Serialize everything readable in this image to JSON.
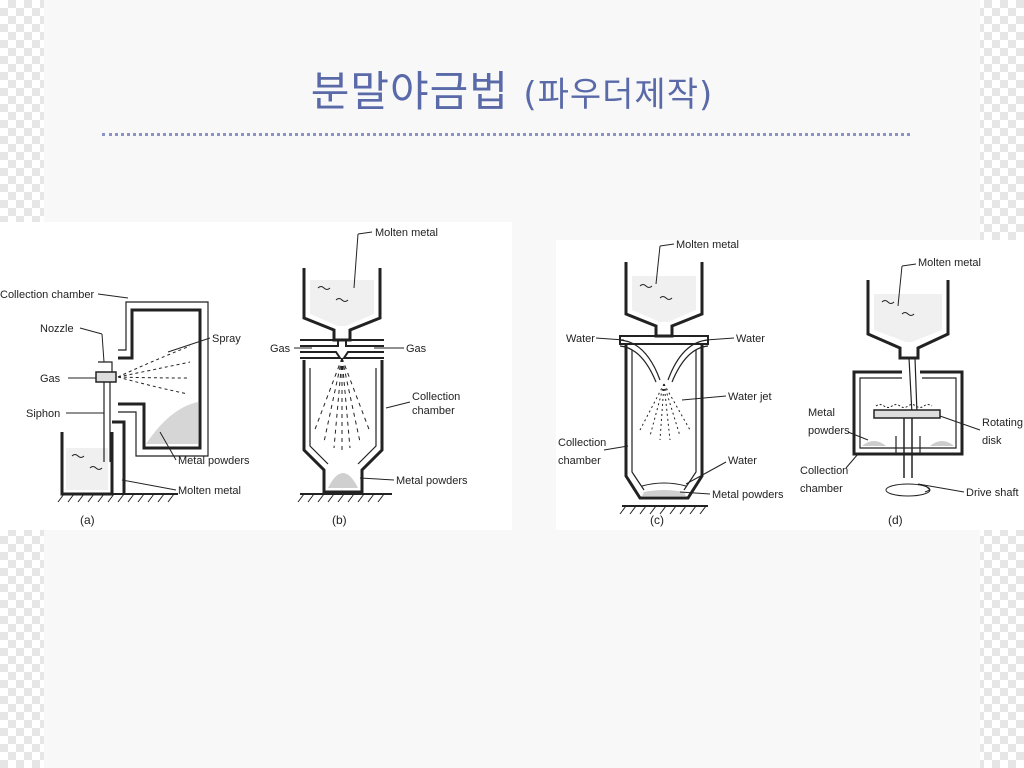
{
  "slide": {
    "title_main": "분말야금법",
    "title_sub": "(파우더제작)"
  },
  "figure_ab": {
    "a": {
      "caption": "(a)",
      "labels": {
        "collection_chamber": "Collection chamber",
        "nozzle": "Nozzle",
        "gas": "Gas",
        "siphon": "Siphon",
        "spray": "Spray",
        "metal_powders": "Metal powders",
        "molten_metal": "Molten metal"
      }
    },
    "b": {
      "caption": "(b)",
      "labels": {
        "molten_metal": "Molten metal",
        "gas_left": "Gas",
        "gas_right": "Gas",
        "collection": "Collection",
        "chamber": "chamber",
        "metal_powders": "Metal powders"
      }
    }
  },
  "figure_cd": {
    "c": {
      "caption": "(c)",
      "labels": {
        "molten_metal": "Molten metal",
        "water_left": "Water",
        "water_right": "Water",
        "water_jet": "Water jet",
        "collection": "Collection",
        "chamber": "chamber",
        "water": "Water",
        "metal_powders": "Metal powders"
      }
    },
    "d": {
      "caption": "(d)",
      "labels": {
        "molten_metal": "Molten metal",
        "metal": "Metal",
        "powders": "powders",
        "rotating": "Rotating",
        "disk": "disk",
        "collection": "Collection",
        "chamber": "chamber",
        "drive_shaft": "Drive shaft"
      }
    }
  }
}
